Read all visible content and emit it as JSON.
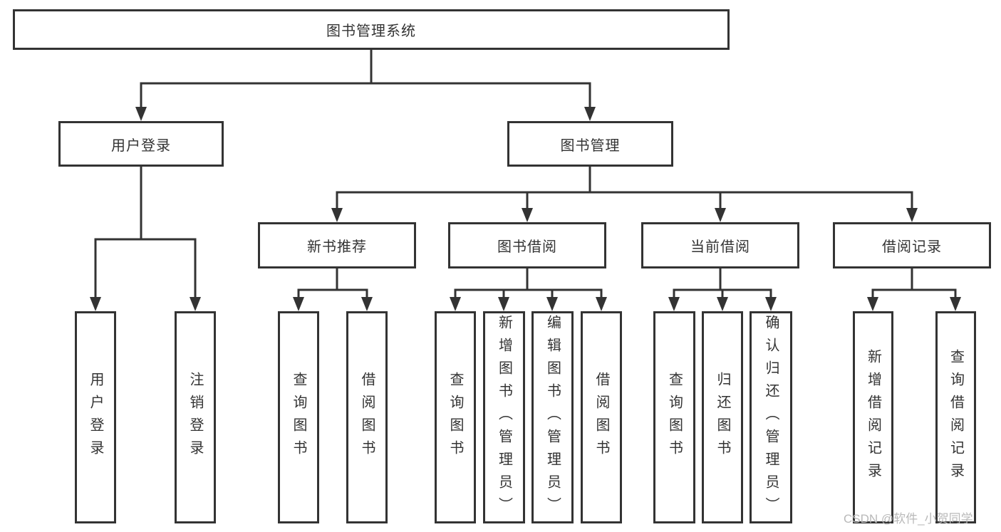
{
  "colors": {
    "line": "#333333",
    "border": "#333333",
    "text": "#333333",
    "watermark": "#b9b9b9",
    "background": "#ffffff"
  },
  "tree": {
    "root": "图书管理系统",
    "level2": {
      "user_login": "用户登录",
      "book_management": "图书管理"
    },
    "level3": {
      "new_book_recommend": "新书推荐",
      "book_borrow": "图书借阅",
      "current_borrow": "当前借阅",
      "borrow_records": "借阅记录"
    },
    "leaves": {
      "user_login": "用户登录",
      "logout": "注销登录",
      "rec_query_books": "查询图书",
      "rec_borrow_books": "借阅图书",
      "bb_query_books": "查询图书",
      "bb_add_books": "新增图书（管理员）",
      "bb_edit_books": "编辑图书（管理员）",
      "bb_borrow_books": "借阅图书",
      "cb_query_books": "查询图书",
      "cb_return_books": "归还图书",
      "cb_confirm_return": "确认归还（管理员）",
      "br_add_record": "新增借阅记录",
      "br_query_record": "查询借阅记录"
    }
  },
  "watermark": "CSDN @软件_小贺同学"
}
